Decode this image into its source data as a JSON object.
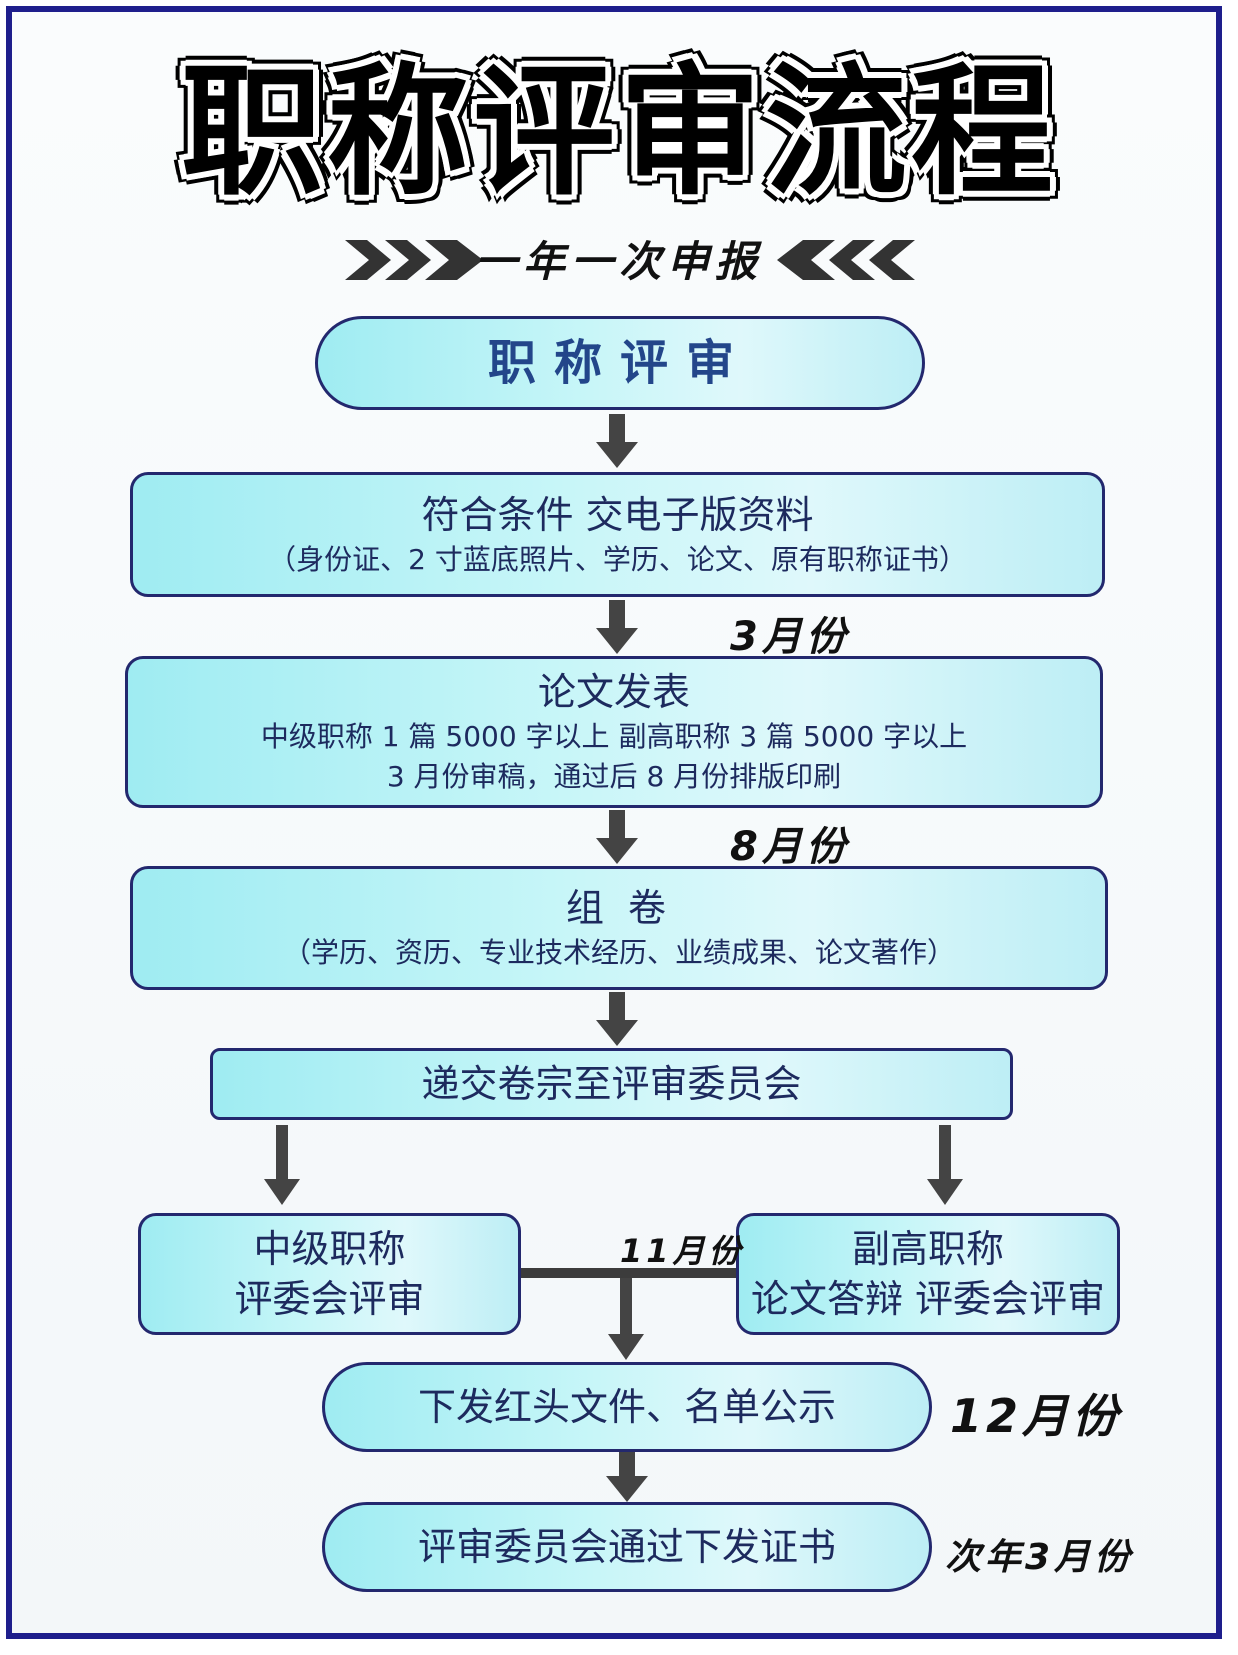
{
  "title": "职称评审流程",
  "subtitle": "一年一次申报",
  "steps": {
    "s1": {
      "main": "职称评审"
    },
    "s2": {
      "main": "符合条件 交电子版资料",
      "sub": "（身份证、2 寸蓝底照片、学历、论文、原有职称证书）"
    },
    "s3": {
      "main": "论文发表",
      "sub1": "中级职称 1 篇 5000 字以上  副高职称  3 篇 5000 字以上",
      "sub2": "3 月份审稿，通过后 8 月份排版印刷"
    },
    "s4": {
      "main": "组  卷",
      "sub": "（学历、资历、专业技术经历、业绩成果、论文著作）"
    },
    "s5": {
      "main": "递交卷宗至评审委员会"
    },
    "s6a": {
      "line1": "中级职称",
      "line2": "评委会评审"
    },
    "s6b": {
      "line1": "副高职称",
      "line2": "论文答辩  评委会评审"
    },
    "s7": {
      "main": "下发红头文件、名单公示"
    },
    "s8": {
      "main": "评审委员会通过下发证书"
    }
  },
  "months": {
    "m1": "3月份",
    "m2": "8月份",
    "m3": "11月份",
    "m4": "12月份",
    "m5": "次年3月份"
  }
}
